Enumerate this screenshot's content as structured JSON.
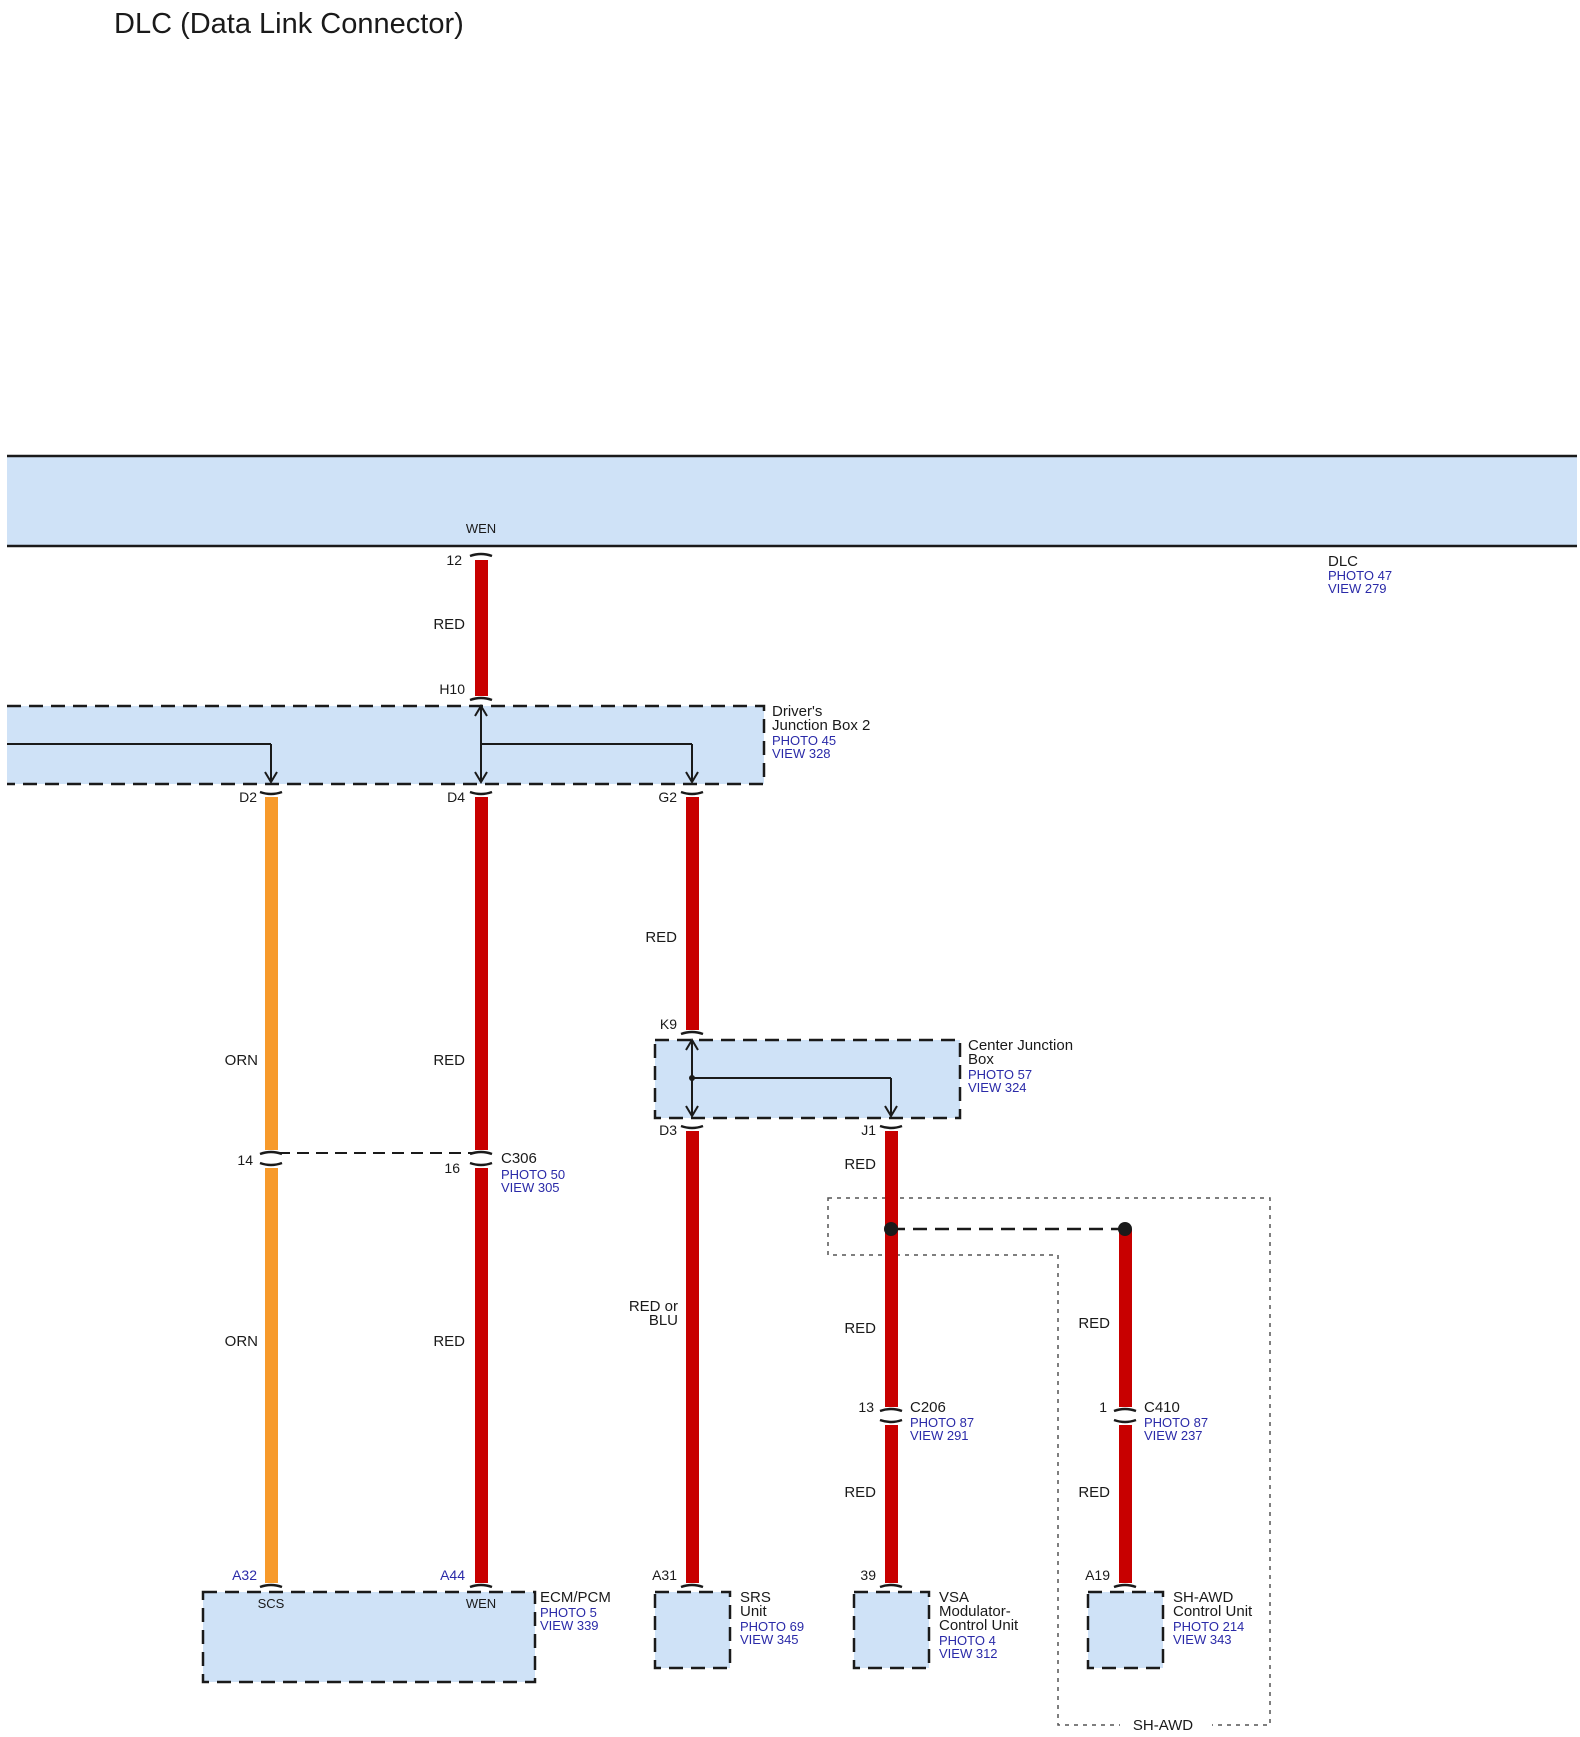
{
  "title": "DLC (Data Link Connector)",
  "colors": {
    "red_wire": "#c80000",
    "orn_wire": "#f79a2b",
    "box_fill": "#cfe2f7",
    "link_blue": "#2a2aa8"
  },
  "dlc": {
    "name": "DLC",
    "photo": "PHOTO 47",
    "view": "VIEW 279",
    "terminal": "WEN",
    "pin": "12"
  },
  "djb2": {
    "name1": "Driver's",
    "name2": "Junction Box 2",
    "photo": "PHOTO 45",
    "view": "VIEW 328",
    "pin_in": "H10",
    "pin_d2": "D2",
    "pin_d4": "D4",
    "pin_g2": "G2"
  },
  "cjb": {
    "name1": "Center Junction",
    "name2": "Box",
    "photo": "PHOTO 57",
    "view": "VIEW 324",
    "pin_in": "K9",
    "pin_d3": "D3",
    "pin_j1": "J1"
  },
  "c306": {
    "name": "C306",
    "photo": "PHOTO 50",
    "view": "VIEW 305",
    "pin_orn": "14",
    "pin_red": "16"
  },
  "c206": {
    "name": "C206",
    "photo": "PHOTO 87",
    "view": "VIEW 291",
    "pin": "13"
  },
  "c410": {
    "name": "C410",
    "photo": "PHOTO 87",
    "view": "VIEW 237",
    "pin": "1"
  },
  "ecm": {
    "name": "ECM/PCM",
    "photo": "PHOTO 5",
    "view": "VIEW 339",
    "pin_scs": "A32",
    "pin_wen": "A44",
    "term_scs": "SCS",
    "term_wen": "WEN"
  },
  "srs": {
    "name1": "SRS",
    "name2": "Unit",
    "photo": "PHOTO 69",
    "view": "VIEW 345",
    "pin": "A31"
  },
  "vsa": {
    "name1": "VSA",
    "name2": "Modulator-",
    "name3": "Control Unit",
    "photo": "PHOTO 4",
    "view": "VIEW 312",
    "pin": "39"
  },
  "shawd": {
    "name1": "SH-AWD",
    "name2": "Control Unit",
    "photo": "PHOTO 214",
    "view": "VIEW 343",
    "pin": "A19",
    "option_label": "SH-AWD"
  },
  "wire_labels": {
    "dlc_djb": "RED",
    "d2_c306": "ORN",
    "c306_a32": "ORN",
    "d4_c306": "RED",
    "c306_a44": "RED",
    "g2_k9": "RED",
    "d3_srs_1": "RED or",
    "d3_srs_2": "BLU",
    "j1_splice": "RED",
    "splice_c206": "RED",
    "c206_vsa": "RED",
    "splice_c410": "RED",
    "c410_shawd": "RED"
  }
}
